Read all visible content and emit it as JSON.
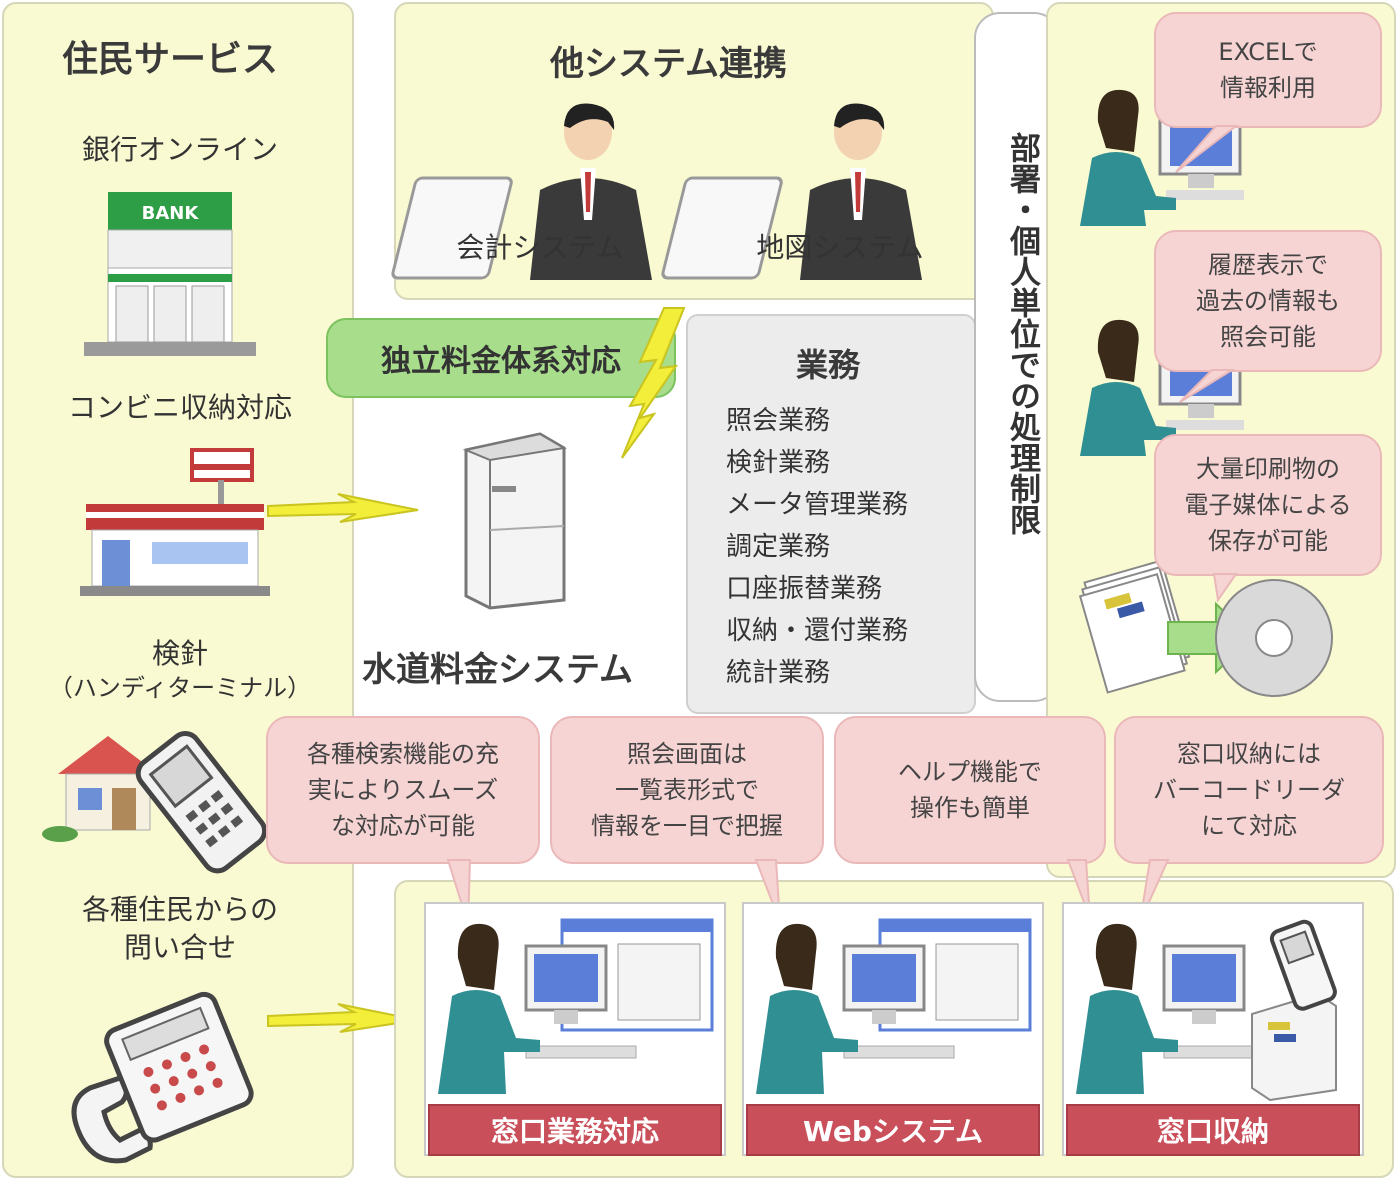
{
  "resident_services": {
    "title": "住民サービス",
    "bank_online": "銀行オンライン",
    "bank_sign": "BANK",
    "convenience_store": "コンビニ収納対応",
    "meter_reading": "検針",
    "handy_terminal": "（ハンディターミナル）",
    "inquiries_line1": "各種住民からの",
    "inquiries_line2": "問い合せ"
  },
  "other_systems": {
    "title": "他システム連携",
    "accounting": "会計システム",
    "map": "地図システム"
  },
  "independent_fee": "独立料金体系対応",
  "water_system": "水道料金システム",
  "operations": {
    "title": "業務",
    "items": [
      "照会業務",
      "検針業務",
      "メータ管理業務",
      "調定業務",
      "口座振替業務",
      "収納・還付業務",
      "統計業務"
    ]
  },
  "restriction": "部署・個人単位での処理制限",
  "right_bubbles": [
    "EXCELで\n情報利用",
    "履歴表示で\n過去の情報も\n照会可能",
    "大量印刷物の\n電子媒体による\n保存が可能"
  ],
  "bottom_bubbles": [
    "各種検索機能の充\n実によりスムーズ\nな対応が可能",
    "照会画面は\n一覧表形式で\n情報を一目で把握",
    "ヘルプ機能で\n操作も簡単",
    "窓口収納には\nバーコードリーダ\nにて対応"
  ],
  "bottom_labels": [
    "窓口業務対応",
    "Webシステム",
    "窓口収納"
  ],
  "colors": {
    "panel": "#fafad2",
    "bubble": "#f6d4d4",
    "label_bar": "#c9505a",
    "badge_green": "#a8dd8c",
    "lightning": "#f2ee3a"
  }
}
